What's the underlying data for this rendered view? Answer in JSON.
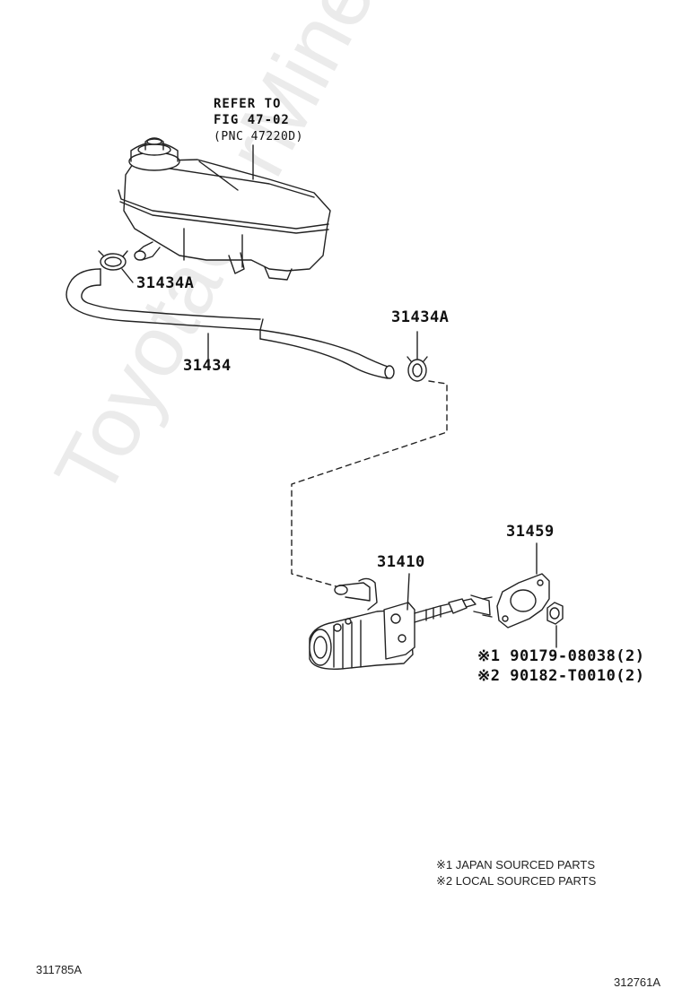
{
  "refer": {
    "line1": "REFER TO",
    "line2": "FIG 47-02",
    "line3": "(PNC 47220D)"
  },
  "parts": {
    "clamp_upper": "31434A",
    "hose": "31434",
    "clamp_right": "31434A",
    "master_cylinder": "31410",
    "gasket": "31459",
    "nut_jp": "※1 90179-08038(2)",
    "nut_local": "※2 90182-T0010(2)"
  },
  "notes": {
    "note1": "※1 JAPAN SOURCED PARTS",
    "note2": "※2 LOCAL SOURCED PARTS"
  },
  "codes": {
    "left": "311785A",
    "right": "312761A"
  },
  "watermark": "ToyotaCarMine.ru"
}
